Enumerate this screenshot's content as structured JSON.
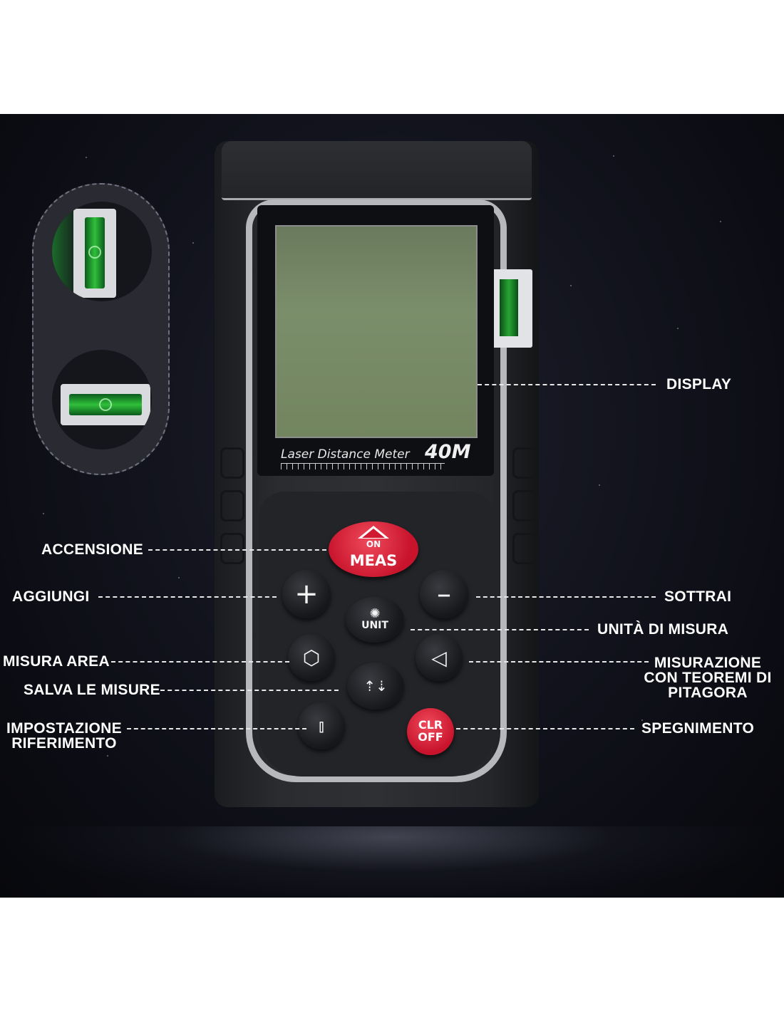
{
  "device": {
    "brand": "Laser Distance Meter",
    "model": "40M",
    "buttons": {
      "meas_top": "ON",
      "meas_main": "MEAS",
      "plus": "+",
      "minus": "–",
      "unit": "UNIT",
      "clr_top": "CLR",
      "clr_bottom": "OFF"
    }
  },
  "callouts": {
    "display": "DISPLAY",
    "accensione": "ACCENSIONE",
    "aggiungi": "AGGIUNGI",
    "sottrai": "SOTTRAI",
    "unita": "UNITÀ DI MISURA",
    "misura_area": "MISURA AREA",
    "pitagora_1": "MISURAZIONE",
    "pitagora_2": "CON TEOREMI DI",
    "pitagora_3": "PITAGORA",
    "salva": "SALVA LE MISURE",
    "impostazione_1": "IMPOSTAZIONE",
    "impostazione_2": "RIFERIMENTO",
    "spegnimento": "SPEGNIMENTO"
  },
  "colors": {
    "accent_red": "#d01830",
    "level_green": "#2fbf3a",
    "background": "#10111a"
  },
  "icons": [
    "bulb-icon",
    "area-icon",
    "triangle-icon",
    "save-arrows-icon",
    "reference-icon",
    "bubble-level-icon"
  ]
}
